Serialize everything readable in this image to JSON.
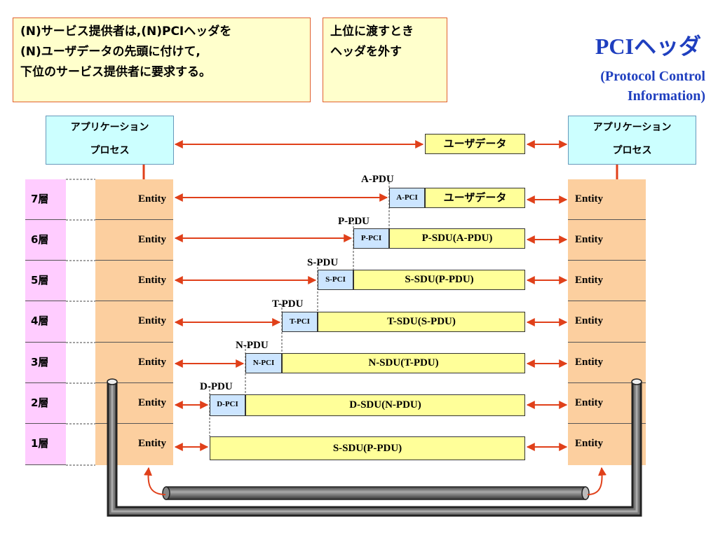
{
  "notes": {
    "left_lines": [
      "(N)サービス提供者は,(N)PCIヘッダを",
      "(N)ユーザデータの先頭に付けて,",
      "下位のサービス提供者に要求する。"
    ],
    "mid_lines": [
      "上位に渡すとき",
      "ヘッダを外す"
    ]
  },
  "title": {
    "main": "PCIヘッダ",
    "sub1": "(Protocol Control",
    "sub2": "Information)"
  },
  "app": {
    "left_line1": "アプリケーション",
    "left_line2": "プロセス",
    "right_line1": "アプリケーション",
    "right_line2": "プロセス",
    "userdata": "ユーザデータ"
  },
  "layers": [
    "7層",
    "6層",
    "5層",
    "4層",
    "3層",
    "2層",
    "1層"
  ],
  "entity_label": "Entity",
  "pdus": [
    {
      "pdu": "A-PDU",
      "pci": "A-PCI",
      "sdu": "ユーザデータ"
    },
    {
      "pdu": "P-PDU",
      "pci": "P-PCI",
      "sdu": "P-SDU(A-PDU)"
    },
    {
      "pdu": "S-PDU",
      "pci": "S-PCI",
      "sdu": "S-SDU(P-PDU)"
    },
    {
      "pdu": "T-PDU",
      "pci": "T-PCI",
      "sdu": "T-SDU(S-PDU)"
    },
    {
      "pdu": "N-PDU",
      "pci": "N-PCI",
      "sdu": "N-SDU(T-PDU)"
    },
    {
      "pdu": "D-PDU",
      "pci": "D-PCI",
      "sdu": "D-SDU(N-PDU)"
    },
    {
      "pdu": "",
      "pci": "",
      "sdu": "S-SDU(P-PDU)"
    }
  ],
  "colors": {
    "title": "#1f3fbf",
    "arrow": "#e0401a",
    "note_bg": "#ffffcc",
    "app_bg": "#ccffff",
    "layer_bg": "#ffccff",
    "entity_bg": "#fccf9f",
    "sdu_bg": "#ffff99",
    "pci_bg": "#cce5ff",
    "cable": "#555555"
  }
}
